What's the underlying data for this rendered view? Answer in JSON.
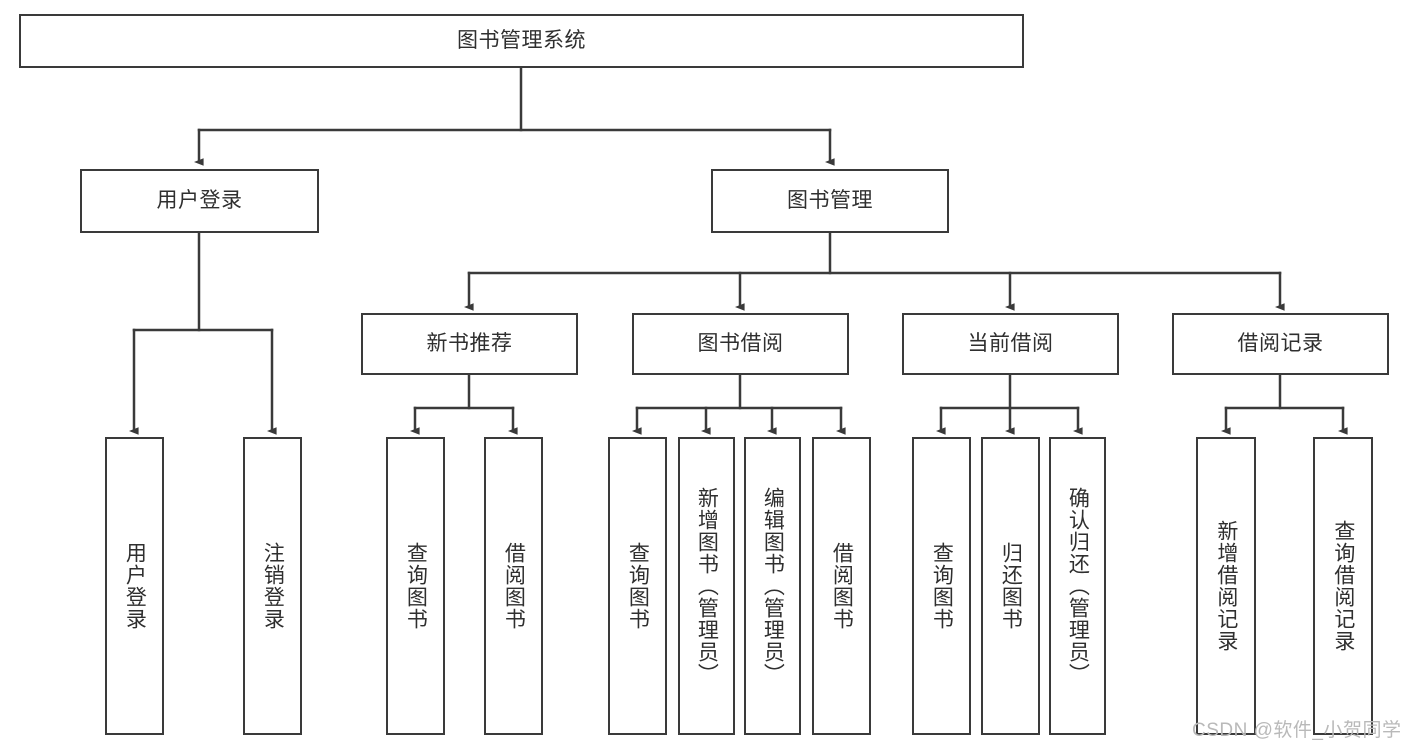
{
  "diagram": {
    "type": "tree-hierarchy",
    "title": "图书管理系统",
    "colors": {
      "stroke": "#3a3a3a",
      "fill": "#ffffff",
      "text": "#2f2f2f",
      "watermark": "#b9b9b9"
    },
    "nodes": {
      "root": {
        "label": "图书管理系统",
        "orientation": "horizontal"
      },
      "level2": [
        {
          "id": "user-login",
          "label": "用户登录",
          "orientation": "horizontal"
        },
        {
          "id": "book-management",
          "label": "图书管理",
          "orientation": "horizontal"
        }
      ],
      "level3": [
        {
          "id": "new-book-recommend",
          "label": "新书推荐",
          "orientation": "horizontal"
        },
        {
          "id": "book-borrow",
          "label": "图书借阅",
          "orientation": "horizontal"
        },
        {
          "id": "current-borrow",
          "label": "当前借阅",
          "orientation": "horizontal"
        },
        {
          "id": "borrow-record",
          "label": "借阅记录",
          "orientation": "horizontal"
        }
      ],
      "leaves": [
        {
          "id": "leaf-user-login",
          "label": "用户登录",
          "parent": "user-login",
          "orientation": "vertical"
        },
        {
          "id": "leaf-logout-login",
          "label": "注销登录",
          "parent": "user-login",
          "orientation": "vertical"
        },
        {
          "id": "leaf-query-book-1",
          "label": "查询图书",
          "parent": "new-book-recommend",
          "orientation": "vertical"
        },
        {
          "id": "leaf-borrow-book-1",
          "label": "借阅图书",
          "parent": "new-book-recommend",
          "orientation": "vertical"
        },
        {
          "id": "leaf-query-book-2",
          "label": "查询图书",
          "parent": "book-borrow",
          "orientation": "vertical"
        },
        {
          "id": "leaf-add-book",
          "label": "新增图书（管理员）",
          "parent": "book-borrow",
          "orientation": "vertical"
        },
        {
          "id": "leaf-edit-book",
          "label": "编辑图书（管理员）",
          "parent": "book-borrow",
          "orientation": "vertical"
        },
        {
          "id": "leaf-borrow-book-2",
          "label": "借阅图书",
          "parent": "book-borrow",
          "orientation": "vertical"
        },
        {
          "id": "leaf-query-book-3",
          "label": "查询图书",
          "parent": "current-borrow",
          "orientation": "vertical"
        },
        {
          "id": "leaf-return-book",
          "label": "归还图书",
          "parent": "current-borrow",
          "orientation": "vertical"
        },
        {
          "id": "leaf-confirm-return",
          "label": "确认归还（管理员）",
          "parent": "current-borrow",
          "orientation": "vertical"
        },
        {
          "id": "leaf-add-record",
          "label": "新增借阅记录",
          "parent": "borrow-record",
          "orientation": "vertical"
        },
        {
          "id": "leaf-query-record",
          "label": "查询借阅记录",
          "parent": "borrow-record",
          "orientation": "vertical"
        }
      ]
    },
    "watermark": "CSDN @软件_小贺同学"
  }
}
